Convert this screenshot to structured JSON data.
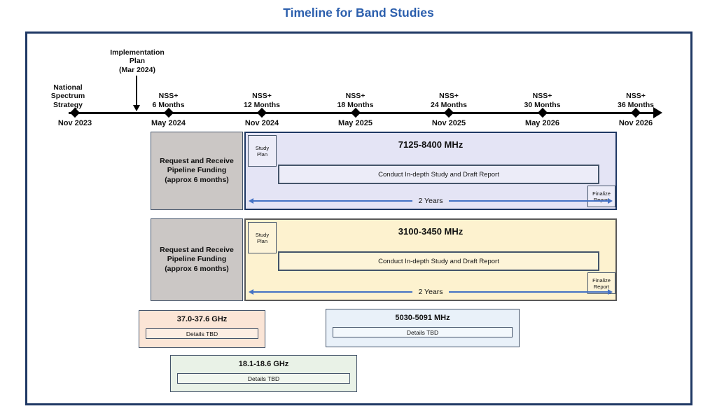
{
  "title": "Timeline for Band Studies",
  "colors": {
    "title_blue": "#2c5fad",
    "frame_border": "#1f3864",
    "axis": "#000000",
    "band1_fill": "#e4e4f5",
    "band2_fill": "#fdf2cf",
    "funding_fill": "#cbc7c5",
    "tbd_peach_fill": "#fbe5d6",
    "tbd_blue_fill": "#e9f1f9",
    "tbd_green_fill": "#e9f2e7",
    "duration_arrow": "#4472c4",
    "box_border": "#44546a"
  },
  "timeline": {
    "callout": "Implementation\nPlan\n(Mar 2024)",
    "milestones": [
      {
        "above": "National\nSpectrum\nStrategy",
        "below": "Nov 2023"
      },
      {
        "above": "NSS+\n6 Months",
        "below": "May 2024"
      },
      {
        "above": "NSS+\n12 Months",
        "below": "Nov 2024"
      },
      {
        "above": "NSS+\n18 Months",
        "below": "May 2025"
      },
      {
        "above": "NSS+\n24 Months",
        "below": "Nov 2025"
      },
      {
        "above": "NSS+\n30 Months",
        "below": "May 2026"
      },
      {
        "above": "NSS+\n36 Months",
        "below": "Nov 2026"
      }
    ]
  },
  "study_rows": [
    {
      "funding": "Request and Receive\nPipeline Funding\n(approx 6 months)",
      "band": "7125-8400 MHz",
      "study_plan": "Study\nPlan",
      "conduct": "Conduct In-depth Study and Draft Report",
      "finalize": "Finalize\nReport",
      "duration": "2 Years"
    },
    {
      "funding": "Request and Receive\nPipeline Funding\n(approx 6 months)",
      "band": "3100-3450 MHz",
      "study_plan": "Study\nPlan",
      "conduct": "Conduct In-depth Study and Draft Report",
      "finalize": "Finalize\nReport",
      "duration": "2 Years"
    }
  ],
  "tbd_boxes": [
    {
      "band": "37.0-37.6 GHz",
      "details": "Details TBD"
    },
    {
      "band": "5030-5091 MHz",
      "details": "Details TBD"
    },
    {
      "band": "18.1-18.6 GHz",
      "details": "Details TBD"
    }
  ]
}
